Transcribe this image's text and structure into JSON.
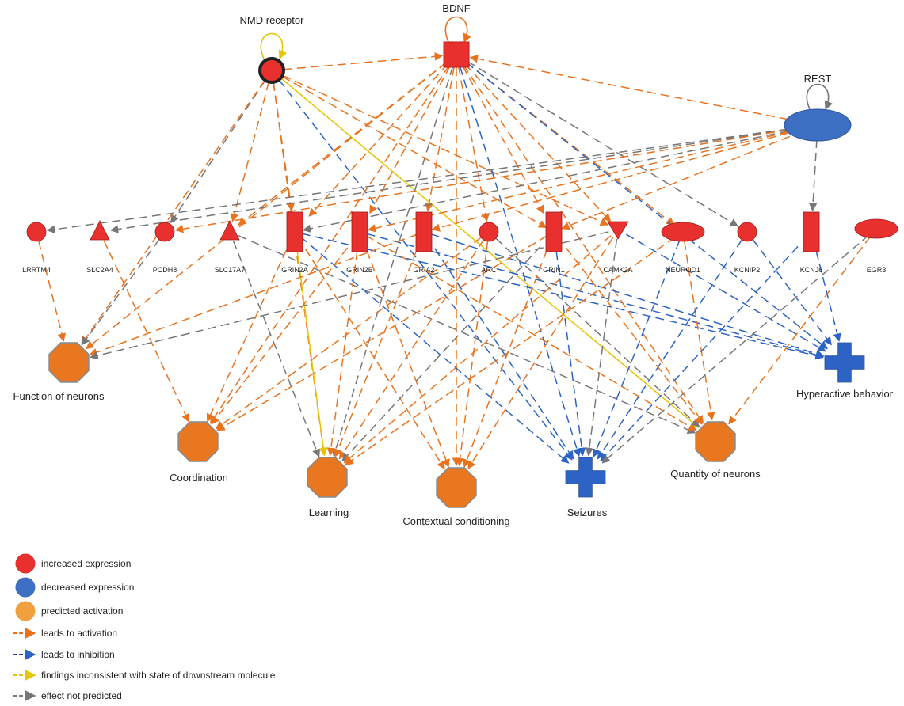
{
  "colors": {
    "increased": "#e8312f",
    "decreased": "#3d6fc2",
    "predicted_activation": "#e8771f",
    "activation_edge": "#e8731e",
    "inhibition_edge": "#2d63c4",
    "inconsistent_edge": "#e6c400",
    "not_predicted_edge": "#777777"
  },
  "upstream": {
    "nmd": {
      "label": "NMD receptor",
      "shape": "circle",
      "state": "increased"
    },
    "bdnf": {
      "label": "BDNF",
      "shape": "square",
      "state": "increased"
    },
    "rest": {
      "label": "REST",
      "shape": "ellipse",
      "state": "decreased"
    }
  },
  "genes": [
    {
      "id": "lrrtm4",
      "label": "LRRTM4",
      "shape": "circle"
    },
    {
      "id": "slc2a4",
      "label": "SLC2A4",
      "shape": "triangle"
    },
    {
      "id": "pcdh8",
      "label": "PCDH8",
      "shape": "circle"
    },
    {
      "id": "slc17a7",
      "label": "SLC17A7",
      "shape": "triangle"
    },
    {
      "id": "grin2a",
      "label": "GRIN2A",
      "shape": "rect"
    },
    {
      "id": "grin2b",
      "label": "GRIN2B",
      "shape": "rect"
    },
    {
      "id": "gria2",
      "label": "GRIA2",
      "shape": "rect"
    },
    {
      "id": "arc",
      "label": "ARC",
      "shape": "circle"
    },
    {
      "id": "grin1",
      "label": "GRIN1",
      "shape": "rect"
    },
    {
      "id": "camk2a",
      "label": "CAMK2A",
      "shape": "invtriangle"
    },
    {
      "id": "neurod1",
      "label": "NEUROD1",
      "shape": "ellipse"
    },
    {
      "id": "kcnip2",
      "label": "KCNIP2",
      "shape": "circle"
    },
    {
      "id": "kcnj6",
      "label": "KCNJ6",
      "shape": "rect"
    },
    {
      "id": "egr3",
      "label": "EGR3",
      "shape": "ellipse"
    }
  ],
  "phenotypes": [
    {
      "id": "function",
      "label": "Function of neurons",
      "shape": "octagon",
      "state": "activation"
    },
    {
      "id": "coordination",
      "label": "Coordination",
      "shape": "octagon",
      "state": "activation"
    },
    {
      "id": "learning",
      "label": "Learning",
      "shape": "octagon",
      "state": "activation"
    },
    {
      "id": "contextual",
      "label": "Contextual conditioning",
      "shape": "octagon",
      "state": "activation"
    },
    {
      "id": "seizures",
      "label": "Seizures",
      "shape": "cross",
      "state": "inhibition"
    },
    {
      "id": "quantity",
      "label": "Quantity of neurons",
      "shape": "octagon",
      "state": "activation"
    },
    {
      "id": "hyperactive",
      "label": "Hyperactive behavior",
      "shape": "cross",
      "state": "inhibition"
    }
  ],
  "legend": [
    {
      "kind": "dot",
      "color": "increased",
      "label": "increased expression"
    },
    {
      "kind": "dot",
      "color": "decreased",
      "label": "decreased expression"
    },
    {
      "kind": "dot",
      "color": "predicted",
      "label": "predicted activation"
    },
    {
      "kind": "line",
      "color": "activation",
      "label": "leads to activation"
    },
    {
      "kind": "line",
      "color": "inhibition",
      "label": "leads to inhibition"
    },
    {
      "kind": "line",
      "color": "inconsistent",
      "label": "findings inconsistent with state of downstream molecule"
    },
    {
      "kind": "line",
      "color": "notpredicted",
      "label": "effect not predicted"
    }
  ],
  "edges": [
    [
      "nmd",
      "bdnf",
      "a"
    ],
    [
      "nmd",
      "nmd",
      "y"
    ],
    [
      "bdnf",
      "bdnf",
      "a"
    ],
    [
      "rest",
      "rest",
      "n"
    ],
    [
      "rest",
      "bdnf",
      "a"
    ],
    [
      "nmd",
      "grin2a",
      "a"
    ],
    [
      "nmd",
      "slc17a7",
      "a"
    ],
    [
      "nmd",
      "pcdh8",
      "n"
    ],
    [
      "nmd",
      "quantity",
      "y"
    ],
    [
      "nmd",
      "learning",
      "a"
    ],
    [
      "nmd",
      "function",
      "a"
    ],
    [
      "nmd",
      "grin1",
      "a"
    ],
    [
      "nmd",
      "camk2a",
      "a"
    ],
    [
      "nmd",
      "seizures",
      "b"
    ],
    [
      "bdnf",
      "slc17a7",
      "a"
    ],
    [
      "bdnf",
      "grin2a",
      "a"
    ],
    [
      "bdnf",
      "grin2b",
      "a"
    ],
    [
      "bdnf",
      "gria2",
      "a"
    ],
    [
      "bdnf",
      "arc",
      "a"
    ],
    [
      "bdnf",
      "grin1",
      "a"
    ],
    [
      "bdnf",
      "camk2a",
      "a"
    ],
    [
      "bdnf",
      "kcnip2",
      "n"
    ],
    [
      "bdnf",
      "neurod1",
      "a"
    ],
    [
      "bdnf",
      "function",
      "a"
    ],
    [
      "bdnf",
      "coordination",
      "a"
    ],
    [
      "bdnf",
      "learning",
      "n"
    ],
    [
      "bdnf",
      "contextual",
      "a"
    ],
    [
      "bdnf",
      "seizures",
      "b"
    ],
    [
      "bdnf",
      "quantity",
      "a"
    ],
    [
      "bdnf",
      "hyperactive",
      "b"
    ],
    [
      "rest",
      "lrrtm4",
      "n"
    ],
    [
      "rest",
      "slc2a4",
      "n"
    ],
    [
      "rest",
      "grin2a",
      "n"
    ],
    [
      "rest",
      "kcnj6",
      "n"
    ],
    [
      "rest",
      "pcdh8",
      "a"
    ],
    [
      "rest",
      "grin2b",
      "a"
    ],
    [
      "rest",
      "gria2",
      "a"
    ],
    [
      "rest",
      "grin1",
      "a"
    ],
    [
      "lrrtm4",
      "function",
      "a"
    ],
    [
      "slc2a4",
      "coordination",
      "a"
    ],
    [
      "pcdh8",
      "function",
      "n"
    ],
    [
      "slc17a7",
      "learning",
      "n"
    ],
    [
      "slc17a7",
      "quantity",
      "n"
    ],
    [
      "grin2a",
      "coordination",
      "a"
    ],
    [
      "grin2a",
      "learning",
      "y"
    ],
    [
      "grin2a",
      "contextual",
      "a"
    ],
    [
      "grin2a",
      "seizures",
      "b"
    ],
    [
      "grin2a",
      "hyperactive",
      "b"
    ],
    [
      "grin2b",
      "coordination",
      "a"
    ],
    [
      "grin2b",
      "learning",
      "a"
    ],
    [
      "grin2b",
      "contextual",
      "a"
    ],
    [
      "grin2b",
      "quantity",
      "a"
    ],
    [
      "grin2b",
      "hyperactive",
      "b"
    ],
    [
      "gria2",
      "learning",
      "a"
    ],
    [
      "gria2",
      "seizures",
      "b"
    ],
    [
      "gria2",
      "function",
      "a"
    ],
    [
      "gria2",
      "hyperactive",
      "b"
    ],
    [
      "arc",
      "learning",
      "a"
    ],
    [
      "arc",
      "contextual",
      "a"
    ],
    [
      "arc",
      "quantity",
      "n"
    ],
    [
      "arc",
      "coordination",
      "a"
    ],
    [
      "grin1",
      "coordination",
      "a"
    ],
    [
      "grin1",
      "learning",
      "n"
    ],
    [
      "grin1",
      "contextual",
      "a"
    ],
    [
      "grin1",
      "seizures",
      "b"
    ],
    [
      "grin1",
      "quantity",
      "a"
    ],
    [
      "camk2a",
      "learning",
      "a"
    ],
    [
      "camk2a",
      "contextual",
      "a"
    ],
    [
      "camk2a",
      "seizures",
      "n"
    ],
    [
      "camk2a",
      "function",
      "n"
    ],
    [
      "camk2a",
      "hyperactive",
      "b"
    ],
    [
      "neurod1",
      "quantity",
      "a"
    ],
    [
      "neurod1",
      "seizures",
      "b"
    ],
    [
      "neurod1",
      "learning",
      "a"
    ],
    [
      "kcnip2",
      "seizures",
      "b"
    ],
    [
      "kcnip2",
      "hyperactive",
      "b"
    ],
    [
      "kcnj6",
      "seizures",
      "b"
    ],
    [
      "kcnj6",
      "hyperactive",
      "b"
    ],
    [
      "egr3",
      "quantity",
      "a"
    ],
    [
      "egr3",
      "seizures",
      "n"
    ]
  ]
}
